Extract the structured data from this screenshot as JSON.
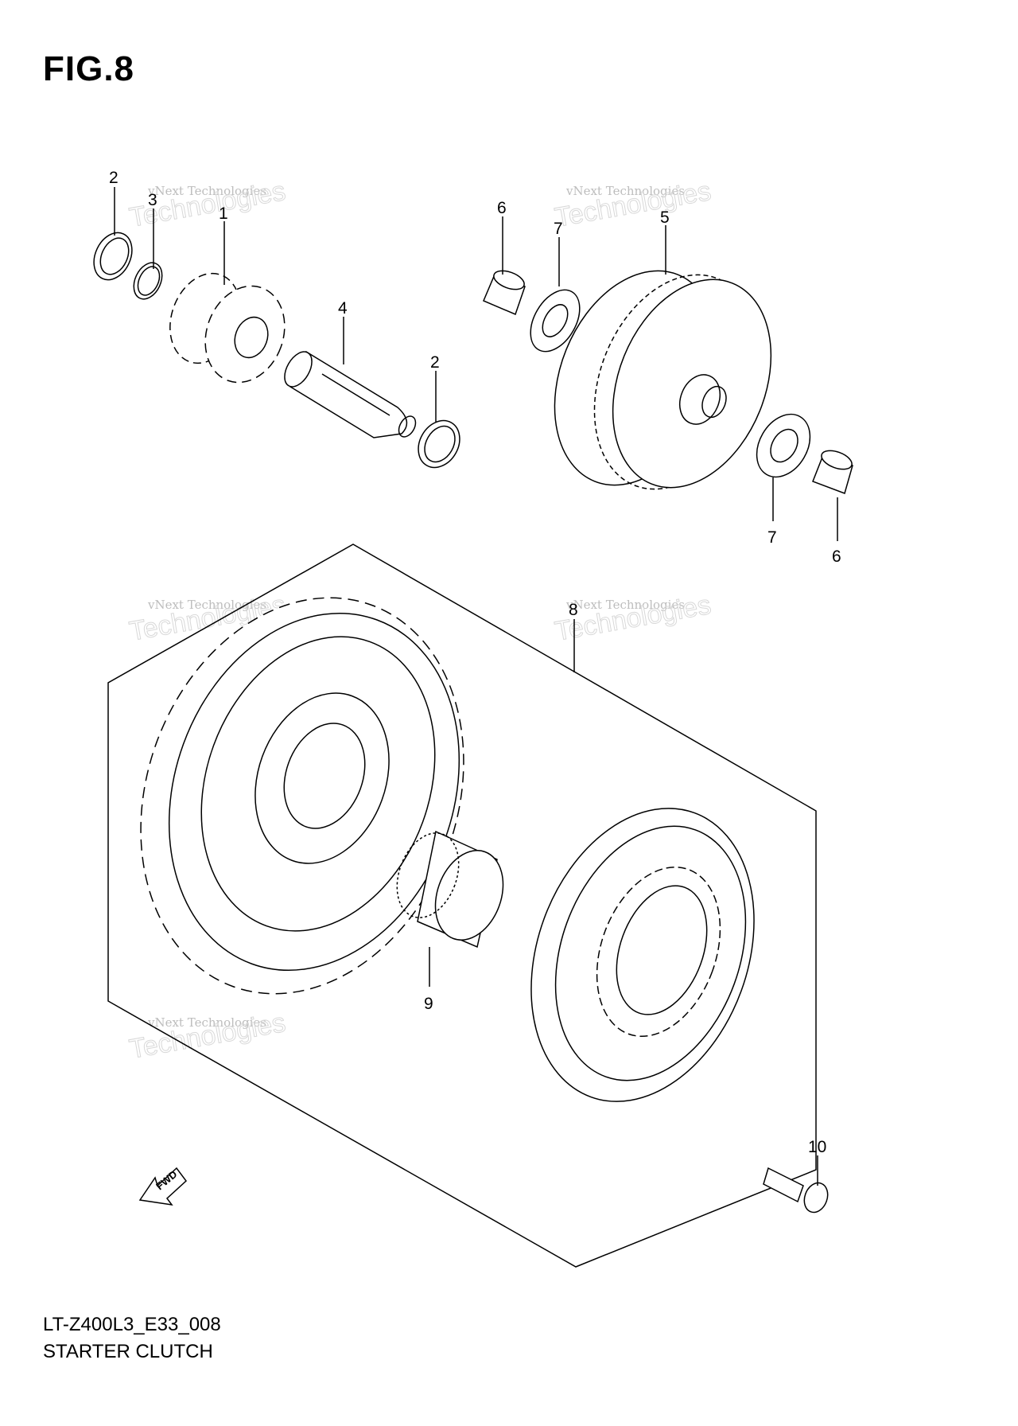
{
  "figure": {
    "title": "FIG.8"
  },
  "footer": {
    "code": "LT-Z400L3_E33_008",
    "caption": "STARTER CLUTCH"
  },
  "callouts": {
    "c1": "1",
    "c2a": "2",
    "c2b": "2",
    "c3": "3",
    "c4": "4",
    "c5": "5",
    "c6a": "6",
    "c6b": "6",
    "c7a": "7",
    "c7b": "7",
    "c8": "8",
    "c9": "9",
    "c10": "10"
  },
  "fwd_label": "FWD",
  "watermark": {
    "line1": "vNext Technologies",
    "line2": "vNext",
    "line3": "Technologies"
  },
  "icons": [
    "fwd-arrow-icon"
  ]
}
